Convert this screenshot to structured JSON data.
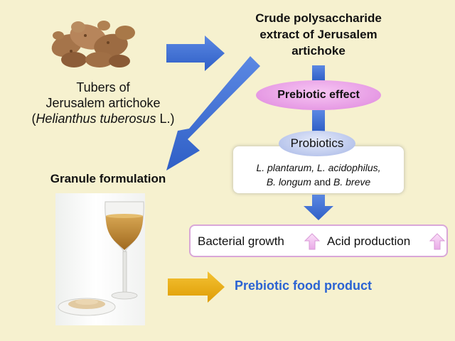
{
  "tubers": {
    "line1": "Tubers of",
    "line2": "Jerusalem artichoke",
    "latin_open": "(",
    "latin_italic": "Helianthus tuberosus",
    "latin_close": " L.)"
  },
  "crude": {
    "line1": "Crude polysaccharide",
    "line2": "extract of Jerusalem",
    "line3": "artichoke"
  },
  "prebiotic_effect": "Prebiotic effect",
  "probiotics": "Probiotics",
  "strains": {
    "line1": "L. plantarum, L. acidophilus,",
    "b_longum": "B. longum",
    "and": " and ",
    "b_breve": "B. breve"
  },
  "granule_formulation": "Granule formulation",
  "results": {
    "bacterial_growth": "Bacterial growth",
    "acid_production": "Acid production"
  },
  "food_product": "Prebiotic food product",
  "colors": {
    "background": "#f6f1cf",
    "blue_arrow": "#3e6fd4",
    "gold_arrow": "#e8a80c",
    "up_arrow": "#f2bdf0",
    "food_text": "#2b63d3"
  }
}
